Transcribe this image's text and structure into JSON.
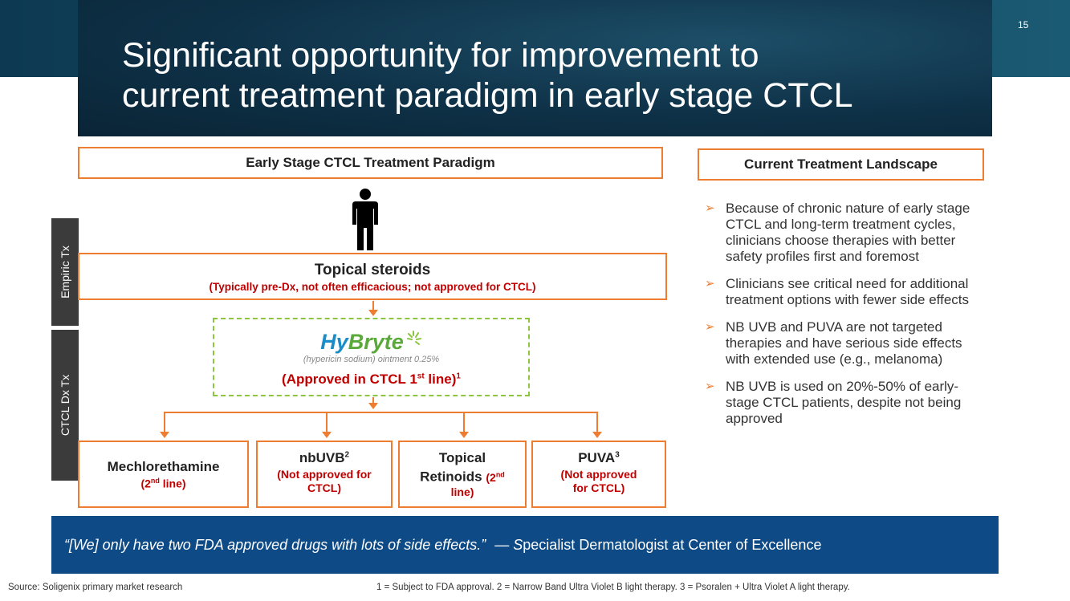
{
  "header": {
    "title_line1": "Significant opportunity for improvement to",
    "title_line2": "current treatment paradigm in early stage CTCL",
    "page_number": "15"
  },
  "paradigm": {
    "heading": "Early Stage CTCL Treatment Paradigm",
    "side_empiric": "Empiric Tx",
    "side_dx": "CTCL Dx Tx",
    "steroids_title": "Topical steroids",
    "steroids_note": "(Typically pre-Dx, not often efficacious; not approved for CTCL)",
    "hybryte_brand_a": "Hy",
    "hybryte_brand_b": "Bryte",
    "hybryte_sub": "(hypericin sodium) ointment 0.25%",
    "hybryte_approved_a": "(Approved in CTCL 1",
    "hybryte_approved_sup": "st",
    "hybryte_approved_b": " line)",
    "hybryte_approved_ref": "1",
    "options": [
      {
        "title": "Mechlorethamine",
        "note_a": "(2",
        "note_sup": "nd",
        "note_b": " line)"
      },
      {
        "title": "nbUVB",
        "ref": "2",
        "note": "(Not approved for CTCL)"
      },
      {
        "title_a": "Topical",
        "title_b": "Retinoids",
        "note_a": "(2",
        "note_sup": "nd",
        "note_b": "line)"
      },
      {
        "title": "PUVA",
        "ref": "3",
        "note": "(Not approved for CTCL)"
      }
    ]
  },
  "landscape": {
    "heading": "Current Treatment Landscape",
    "bullets": [
      "Because of chronic nature of early stage CTCL and long-term treatment cycles, clinicians choose therapies with better safety profiles first and foremost",
      "Clinicians see critical need for additional treatment options with fewer side effects",
      "NB UVB and PUVA are not targeted therapies and have serious side effects with extended use (e.g., melanoma)",
      "NB UVB is used on 20%-50% of early-stage CTCL patients, despite not being approved"
    ],
    "marker": "➢"
  },
  "quote": {
    "text": "“[We] only have two FDA approved drugs with lots of side effects.”",
    "dash": "— ",
    "attr_s": "S",
    "attr_rest": "pecialist Dermatologist at Center of Excellence"
  },
  "footer": {
    "source": "Source: Soligenix primary market research",
    "notes": "1 = Subject to FDA approval. 2 = Narrow Band Ultra Violet B light therapy. 3 = Psoralen + Ultra Violet A light therapy."
  },
  "colors": {
    "accent": "#ee7d31",
    "red": "#c00000",
    "navy": "#0d4a86",
    "green_dash": "#8cc63f",
    "brand_blue": "#1a8cc8"
  }
}
